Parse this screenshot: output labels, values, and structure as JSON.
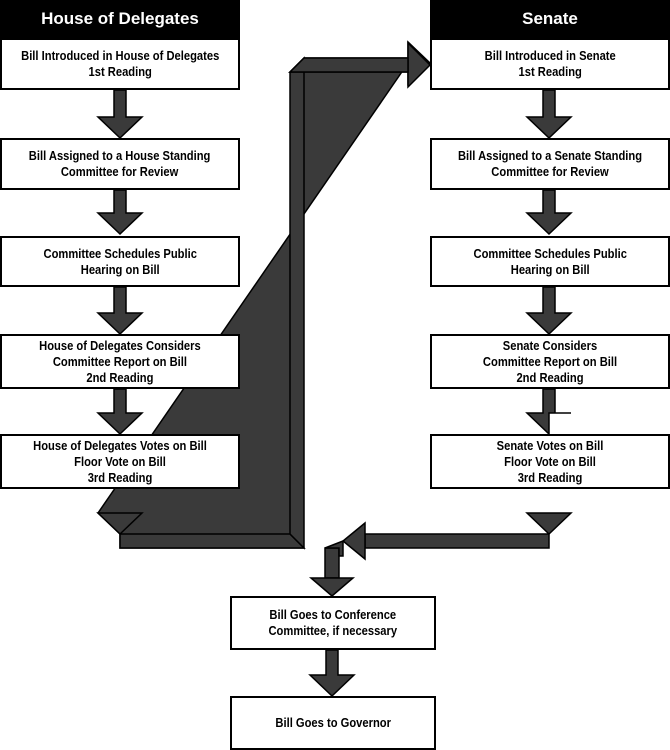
{
  "house": {
    "title": "House of Delegates",
    "steps": [
      "Bill Introduced in House of Delegates\n1st Reading",
      "Bill Assigned to a House Standing\nCommittee for Review",
      "Committee Schedules Public\nHearing on Bill",
      "House of Delegates Considers\nCommittee Report on Bill\n2nd Reading",
      "House of Delegates Votes on Bill\nFloor Vote on Bill\n3rd Reading"
    ]
  },
  "senate": {
    "title": "Senate",
    "steps": [
      "Bill Introduced in Senate\n1st Reading",
      "Bill Assigned to a Senate Standing\nCommittee for Review",
      "Committee Schedules Public\nHearing on Bill",
      "Senate Considers\nCommittee Report on Bill\n2nd Reading",
      "Senate Votes on Bill\nFloor Vote on Bill\n3rd Reading"
    ]
  },
  "final": {
    "conference": "Bill Goes to Conference\nCommittee, if necessary",
    "governor": "Bill Goes to Governor"
  },
  "colors": {
    "arrow": "#3a3a3a",
    "header_bg": "#000000",
    "border": "#000000"
  }
}
